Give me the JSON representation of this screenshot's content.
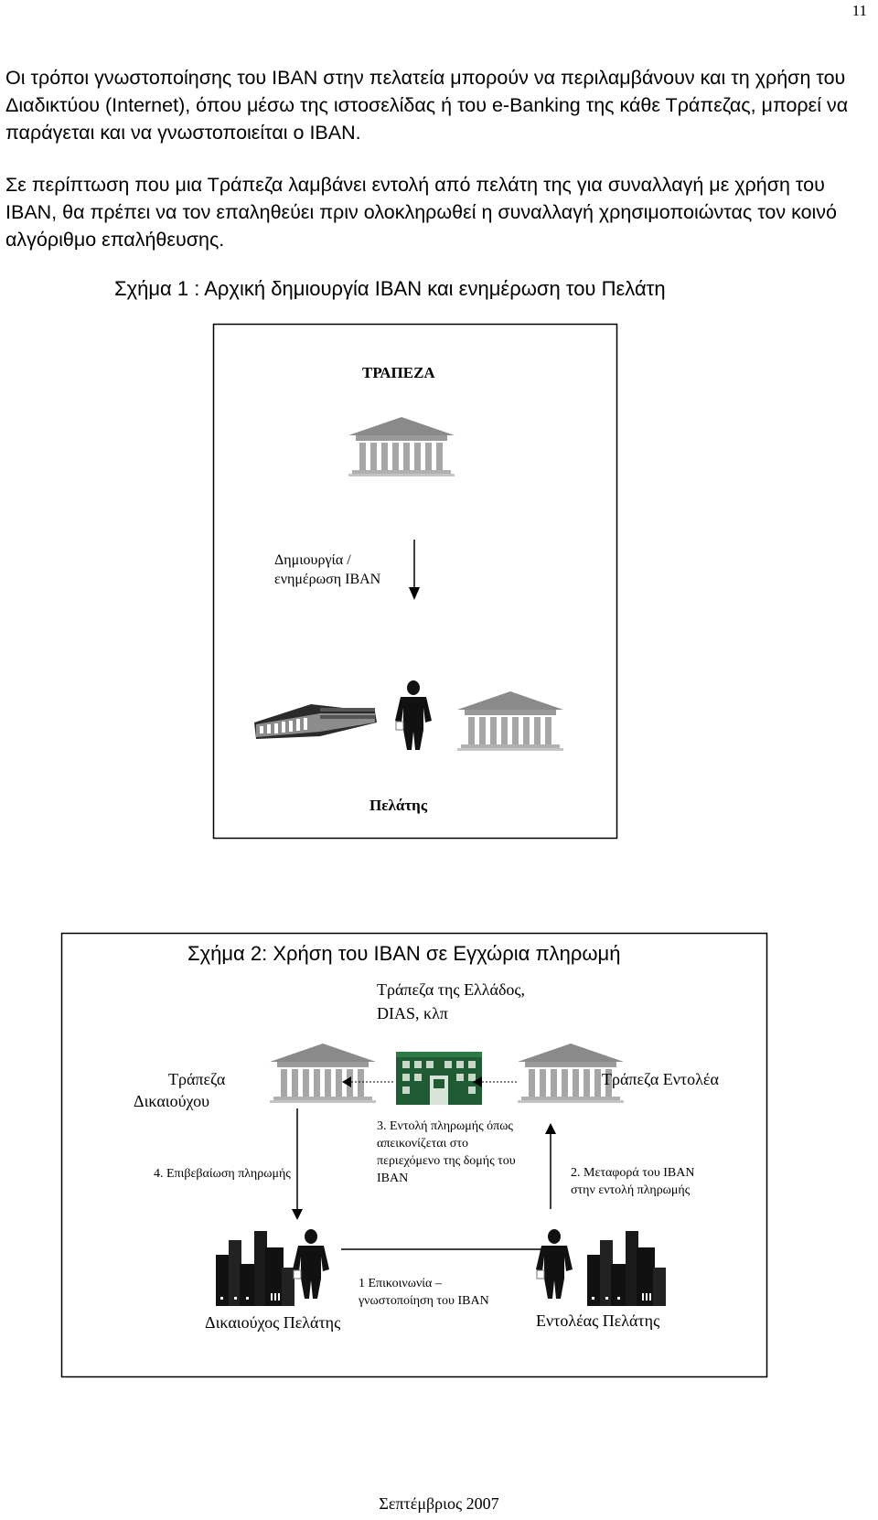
{
  "page_number": "11",
  "paragraphs": [
    "Οι τρόποι γνωστοποίησης του IBAN στην πελατεία μπορούν να περιλαμβάνουν και τη χρήση του Διαδικτύου (Internet), όπου μέσω της ιστοσελίδας ή του e-Banking της κάθε Τράπεζας, μπορεί να παράγεται και να γνωστοποιείται ο IBAN.",
    "Σε περίπτωση που μια Τράπεζα λαμβάνει εντολή από πελάτη της για συναλλαγή με χρήση του IBAN, θα πρέπει να τον επαληθεύει πριν ολοκληρωθεί η συναλλαγή χρησιμοποιώντας τον κοινό αλγόριθμο επαλήθευσης."
  ],
  "figure1": {
    "caption": "Σχήμα 1 : Αρχική δημιουργία IBAN και ενημέρωση του Πελάτη",
    "bank_label": "ΤΡΑΠΕΖΑ",
    "arrow_label_line1": "Δημιουργία /",
    "arrow_label_line2": "ενημέρωση  IBAN",
    "client_label": "Πελάτης",
    "icons": [
      "bank-building-icon",
      "office-building-icon",
      "businessman-icon"
    ]
  },
  "figure2": {
    "caption": "Σχήμα 2: Χρήση του IBAN σε Εγχώρια πληρωμή",
    "central_label_line1": "Τράπεζα της Ελλάδος,",
    "central_label_line2": "DIAS, κλπ",
    "beneficiary_bank_line1": "Τράπεζα",
    "beneficiary_bank_line2": "Δικαιούχου",
    "orderer_bank": "Τράπεζα Εντολέα",
    "step3_lines": [
      "3. Εντολή πληρωμής όπως",
      "απεικονίζεται στο",
      "περιεχόμενο της δομής του",
      "IBAN"
    ],
    "step4": "4. Επιβεβαίωση πληρωμής",
    "step2_line1": "2. Μεταφορά του IBAN",
    "step2_line2": "στην εντολή πληρωμής",
    "step1_line1": "1 Επικοινωνία –",
    "step1_line2": "γνωστοποίηση του IBAN",
    "beneficiary_client": "Δικαιούχος Πελάτης",
    "orderer_client": "Εντολέας Πελάτης",
    "icons": [
      "bank-building-icon",
      "central-bank-icon",
      "city-skyline-icon",
      "businessman-icon"
    ]
  },
  "footer": "Σεπτέμβριος 2007"
}
